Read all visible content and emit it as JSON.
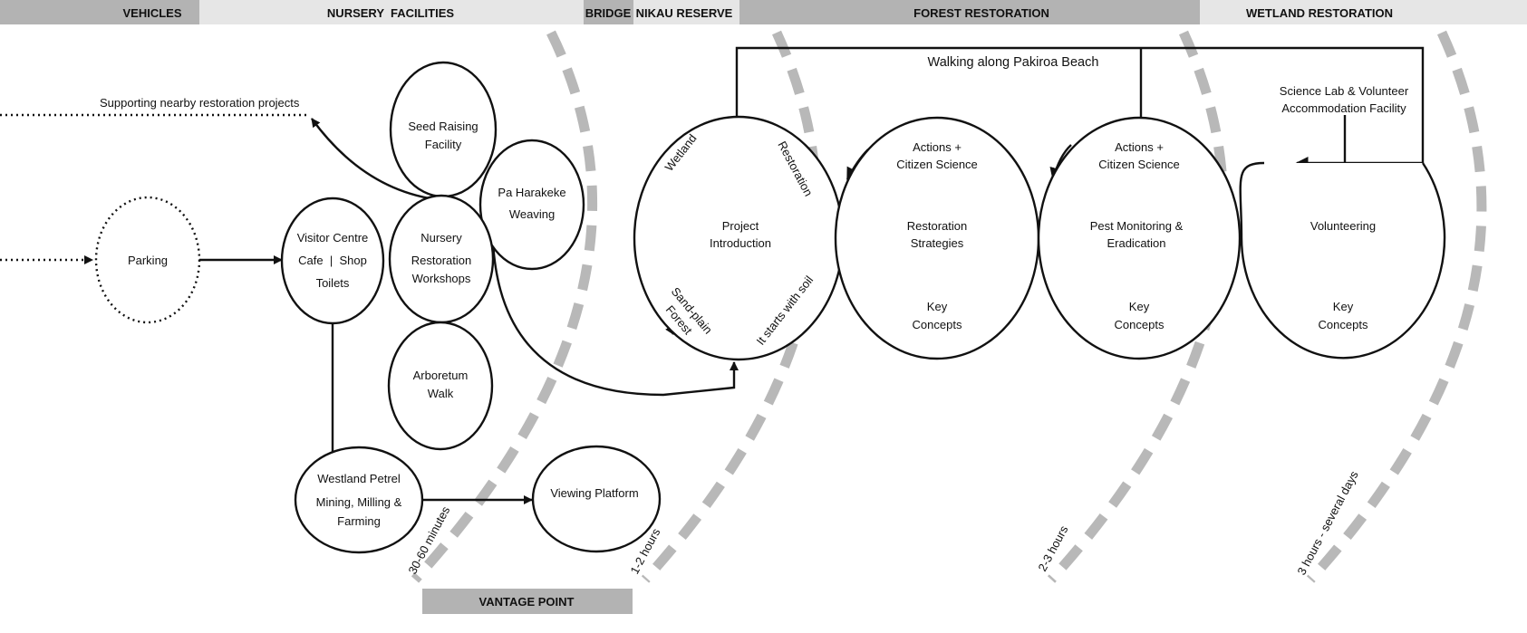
{
  "zones": {
    "vehicles": "VEHICLES",
    "nursery_facilities": "NURSERY  FACILITIES",
    "bridge": "BRIDGE",
    "nikau_reserve": "NIKAU RESERVE",
    "forest_restoration": "FOREST RESTORATION",
    "wetland_restoration": "WETLAND RESTORATION",
    "vantage_point": "VANTAGE POINT"
  },
  "colors": {
    "band_dark": "#b3b3b3",
    "band_light": "#e6e6e6",
    "dash": "#b8b8b8",
    "stroke": "#111111"
  },
  "nodes": {
    "parking": "Parking",
    "visitor": [
      "Visitor Centre",
      "Cafe  |  Shop",
      "Toilets"
    ],
    "seed": [
      "Seed Raising",
      "Facility"
    ],
    "harakeke": [
      "Pa Harakeke",
      "Weaving"
    ],
    "nursery": [
      "Nursery",
      "Restoration",
      "Workshops"
    ],
    "arboretum": [
      "Arboretum",
      "Walk"
    ],
    "petrel": [
      "Westland Petrel",
      "Mining, Milling &",
      "Farming"
    ],
    "viewing": "Viewing Platform",
    "project": {
      "title": [
        "Project",
        "Introduction"
      ],
      "wetland": "Wetland",
      "restoration": "Restoration",
      "sandplain": [
        "Sand-plain",
        "Forest"
      ],
      "soil": "It starts with soil"
    },
    "actions1": [
      "Actions +",
      "Citizen Science"
    ],
    "strategies": [
      "Restoration",
      "Strategies"
    ],
    "concepts1": [
      "Key",
      "Concepts"
    ],
    "actions2": [
      "Actions +",
      "Citizen Science"
    ],
    "pest": [
      "Pest Monitoring &",
      "Eradication"
    ],
    "concepts2": [
      "Key",
      "Concepts"
    ],
    "volunteering": "Volunteering",
    "concepts3": [
      "Key",
      "Concepts"
    ]
  },
  "annotations": {
    "supporting": "Supporting nearby restoration projects",
    "walking": "Walking along Pakiroa Beach",
    "science": [
      "Science Lab & Volunteer",
      "Accommodation Facility"
    ]
  },
  "durations": {
    "d1": "30-60 minutes",
    "d2": "1-2 hours",
    "d3": "2-3 hours",
    "d4": "3 hours - several days"
  }
}
